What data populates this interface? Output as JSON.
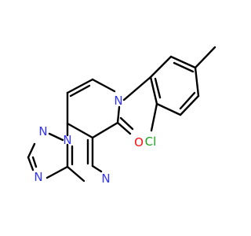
{
  "colors": {
    "carbon_bond": "#000000",
    "nitrogen": "#3333ff",
    "oxygen": "#ff0d0d",
    "chlorine": "#1fa01f",
    "background": "#ffffff"
  },
  "atoms": {
    "cl": "Cl",
    "o": "O",
    "n_amide": "N",
    "n1": "N",
    "n2": "N",
    "n3": "N",
    "n4": "N"
  }
}
